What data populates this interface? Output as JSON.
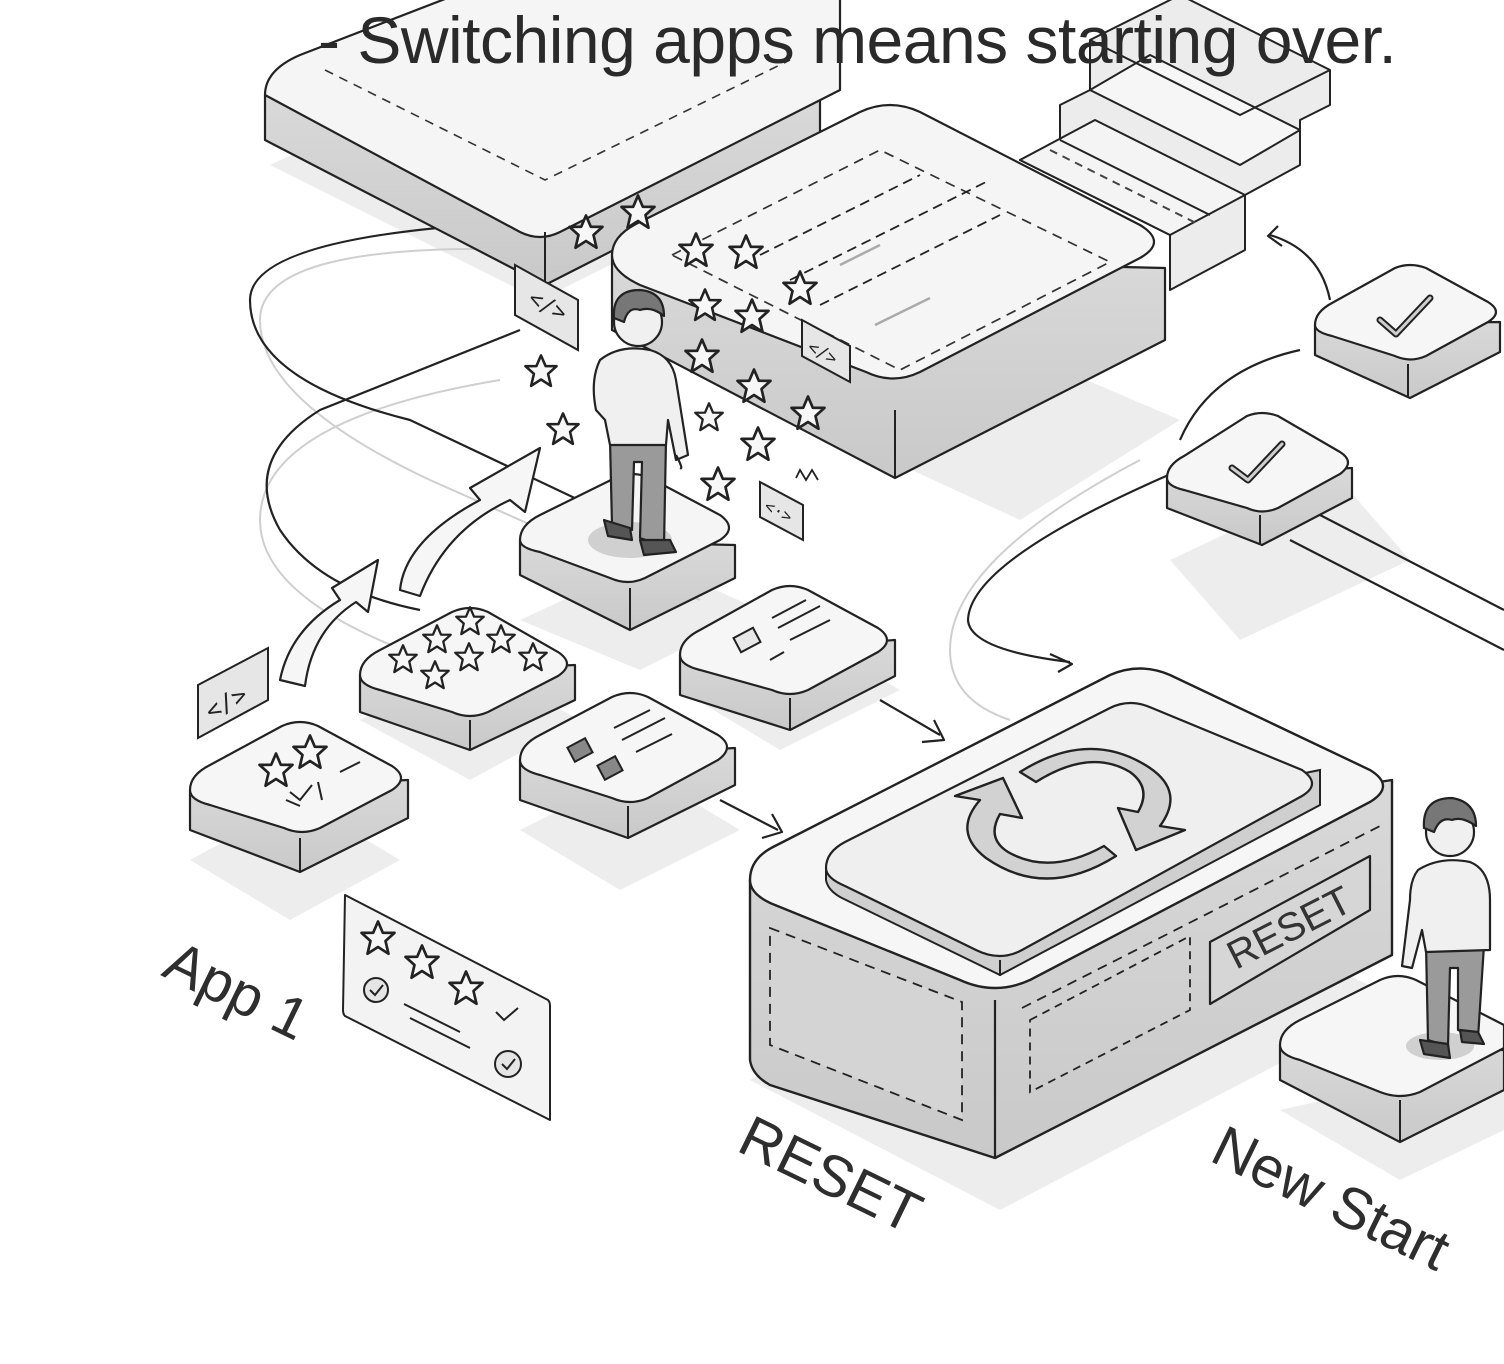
{
  "caption": "- Switching apps means starting over.",
  "labels": {
    "app": "App 1",
    "reset": "RESET",
    "new_start": "New Start"
  },
  "reset_button_text": "RESET",
  "code_tags": [
    "</>",
    "</>",
    "</>",
    "<·>"
  ],
  "icons": [
    "star-icon",
    "check-icon",
    "refresh-icon",
    "code-icon",
    "person-icon",
    "arrow-icon"
  ],
  "colors": {
    "line": "#222222",
    "block_top": "#f4f4f4",
    "block_side": "#dcdcdc",
    "shadow": "#ececec",
    "text": "#2e2e2e"
  }
}
